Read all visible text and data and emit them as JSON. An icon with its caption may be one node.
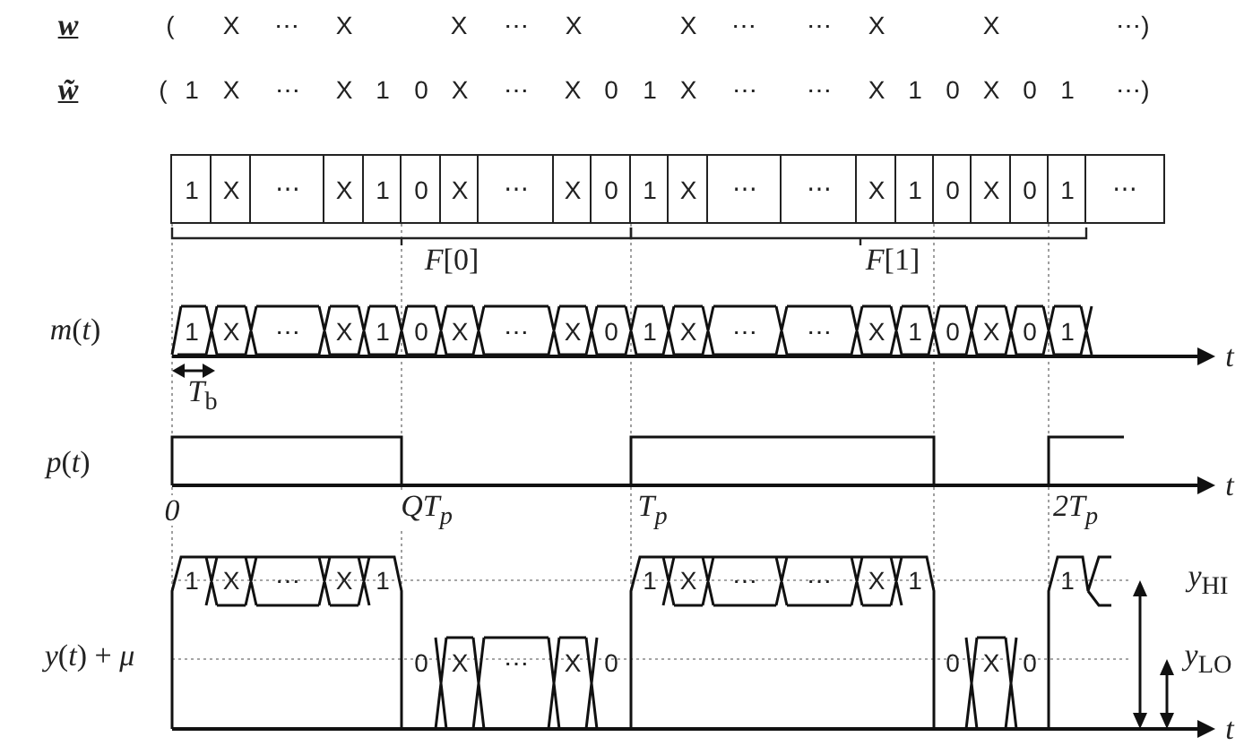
{
  "diagram": {
    "nodes": [
      {
        "text": [
          "1"
        ]
      },
      {
        "text": [
          "X"
        ]
      },
      {
        "text": [
          "⋯"
        ]
      },
      {
        "text": [
          "X"
        ]
      },
      {
        "text": [
          "1"
        ]
      },
      {
        "text": [
          "0"
        ]
      },
      {
        "text": [
          "X"
        ]
      },
      {
        "text": [
          "⋯"
        ]
      },
      {
        "text": [
          "X"
        ]
      },
      {
        "text": [
          "0"
        ]
      },
      {
        "text": [
          "1"
        ]
      },
      {
        "text": [
          "X"
        ]
      },
      {
        "text": [
          "⋯"
        ]
      },
      {
        "text": [
          "⋯"
        ]
      },
      {
        "text": [
          "X"
        ]
      },
      {
        "text": [
          "1"
        ]
      },
      {
        "text": [
          "0"
        ]
      },
      {
        "text": [
          "X"
        ]
      },
      {
        "text": [
          "0"
        ]
      },
      {
        "text": [
          "1"
        ]
      },
      {
        "text": [
          "⋯"
        ]
      }
    ],
    "labels": [
      "w",
      "(",
      "X",
      "⋯",
      "X",
      "X",
      "⋯",
      "X",
      "X",
      "⋯",
      "⋯",
      "X",
      "X",
      "⋯)",
      "w̃",
      "(",
      "1",
      "X",
      "⋯",
      "X",
      "1",
      "0",
      "X",
      "⋯",
      "X",
      "0",
      "1",
      "X",
      "⋯",
      "⋯",
      "X",
      "1",
      "0",
      "X",
      "0",
      "1",
      "⋯)",
      "*F*[0]",
      "*F*[1]",
      "*m*(*t*)",
      "1",
      "X",
      "⋯",
      "X",
      "1",
      "0",
      "X",
      "⋯",
      "X",
      "0",
      "1",
      "X",
      "⋯",
      "⋯",
      "X",
      "1",
      "0",
      "X",
      "0",
      "1",
      "*t*",
      "*T*$_{b}$",
      "*p*(*t*)",
      "*t*",
      "0",
      "QT$_{p}$",
      "T$_{p}$",
      "2T$_{p}$",
      "*y*(*t*) + *μ*",
      "1",
      "X",
      "⋯",
      "X",
      "1",
      "0",
      "X",
      "⋯",
      "X",
      "0",
      "1",
      "X",
      "⋯",
      "⋯",
      "X",
      "1",
      "0",
      "X",
      "0",
      "1",
      "*y*$_{HI}$",
      "*y*$_{LO}$",
      "*t*"
    ]
  }
}
